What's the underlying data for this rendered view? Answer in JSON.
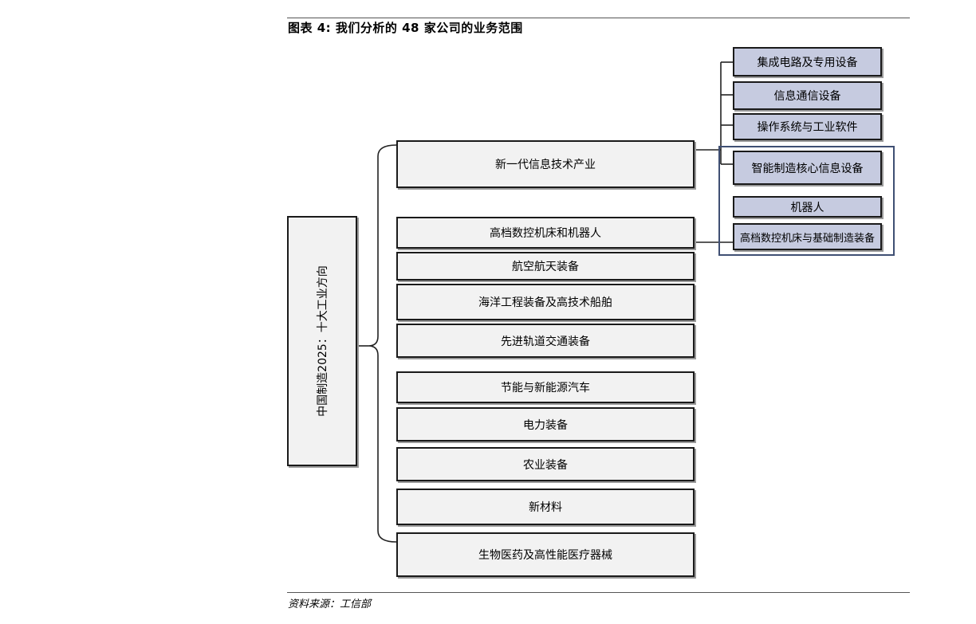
{
  "title": "图表 4: 我们分析的 48 家公司的业务范围",
  "source": "资料来源：工信部",
  "root": "中国制造2025：十大工业方向",
  "categories": [
    "新一代信息技术产业",
    "高档数控机床和机器人",
    "航空航天装备",
    "海洋工程装备及高技术船舶",
    "先进轨道交通装备",
    "节能与新能源汽车",
    "电力装备",
    "农业装备",
    "新材料",
    "生物医药及高性能医疗器械"
  ],
  "subcategories_info_tech": [
    "集成电路及专用设备",
    "信息通信设备",
    "操作系统与工业软件",
    "智能制造核心信息设备"
  ],
  "subcategories_robotics": [
    "机器人",
    "高档数控机床与基础制造装备"
  ]
}
